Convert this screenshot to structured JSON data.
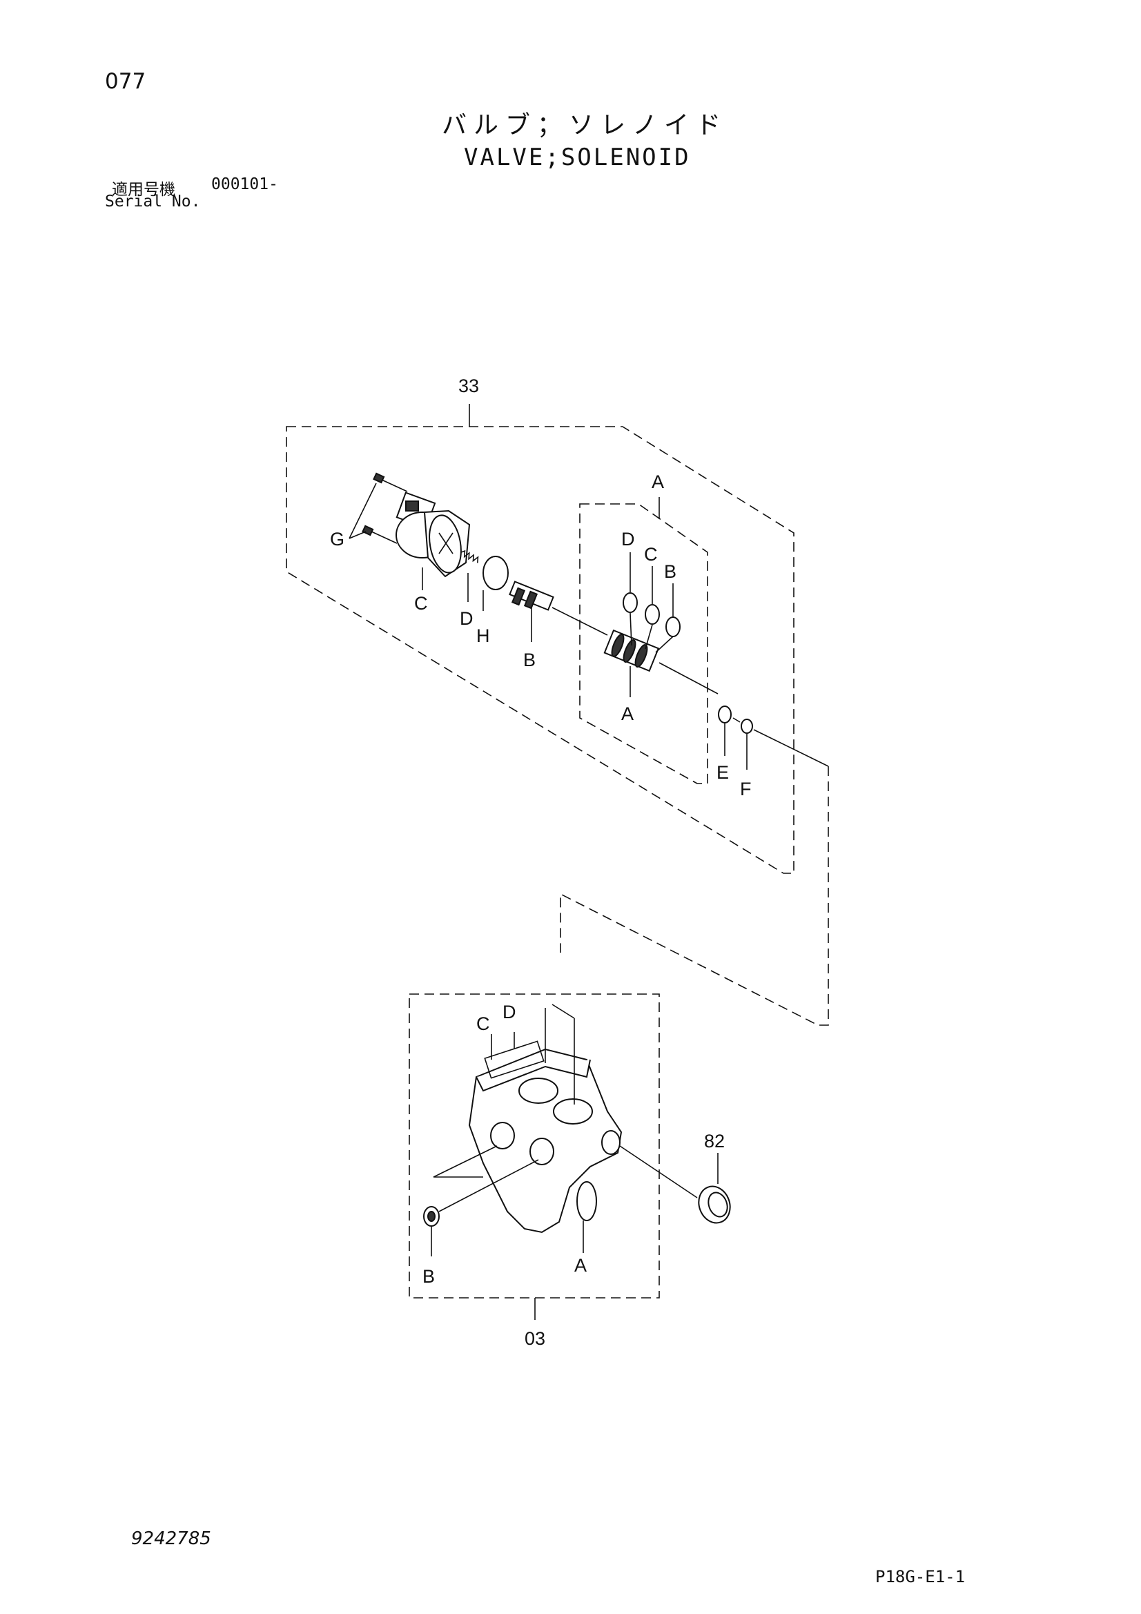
{
  "header": {
    "page_number": "077",
    "title_jp": "バルブ；ソレノイド",
    "title_en": "VALVE;SOLENOID",
    "serial_label_jp": "適用号機",
    "serial_value": "000101-",
    "serial_label_en": "Serial No."
  },
  "callouts": {
    "assembly_33": "33",
    "sub_a": "A",
    "g": "G",
    "c": "C",
    "d": "D",
    "h": "H",
    "b": "B",
    "d2": "D",
    "c2": "C",
    "b2": "B",
    "a2": "A",
    "e": "E",
    "f": "F",
    "body_c": "C",
    "body_d": "D",
    "part_82": "82",
    "body_b": "B",
    "body_a": "A",
    "assembly_03": "03"
  },
  "footer": {
    "doc_number": "9242785",
    "page_code": "P18G-E1-1"
  }
}
